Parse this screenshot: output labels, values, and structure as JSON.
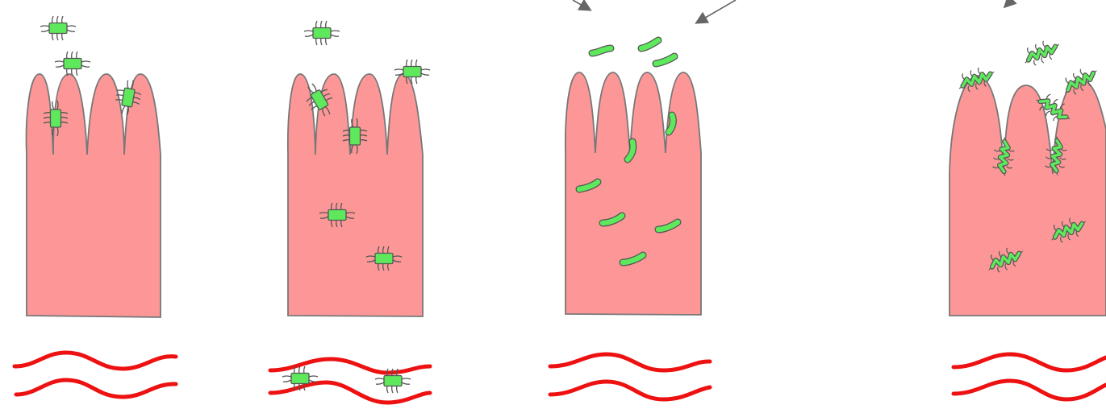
{
  "colors": {
    "tissue": "#fd9797",
    "tissue_stroke": "#777777",
    "bacteria": "#5ee85c",
    "bacteria_stroke": "#555555",
    "vessel": "#ee1111",
    "arrow": "#666666",
    "background": "#ffffff"
  },
  "icons": {
    "piliated_bacterium": "pili-rod-icon",
    "bare_bacterium": "rod-icon",
    "spiral_bacterium": "spirochete-icon"
  },
  "panels": [
    {
      "id": "panel-1",
      "villi": 4,
      "bacteria_type": "piliated",
      "bacteria_count": 4,
      "bacteria_in_vessel": 0
    },
    {
      "id": "panel-2",
      "villi": 4,
      "bacteria_type": "piliated",
      "bacteria_count": 6,
      "bacteria_in_vessel": 2
    },
    {
      "id": "panel-3",
      "villi": 4,
      "bacteria_type": "rod",
      "bacteria_count": 9,
      "bacteria_in_vessel": 0
    },
    {
      "id": "panel-4",
      "villi": 3,
      "bacteria_type": "spiral",
      "bacteria_count": 8,
      "bacteria_in_vessel": 0
    }
  ]
}
